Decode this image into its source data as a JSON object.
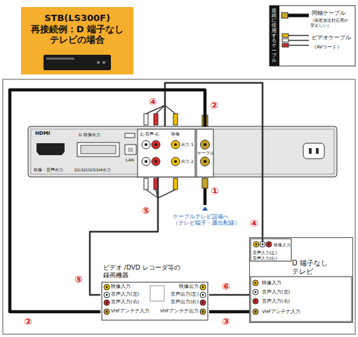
{
  "diagram": {
    "nodes": [
      {
        "text": [
          "STB(LS300F) 再接続例：D 端子なし テレビの場合"
        ]
      },
      {
        "text": [
          "HDMI",
          "映像・音声出力",
          "D 映像出力",
          "D1/D2/D3/D4出力",
          "LAN",
          "左-音声-右",
          "映像",
          "出力 1",
          "出力 2",
          "ケーブル"
        ]
      },
      {
        "text": [
          "D 端子なし テレビ",
          "映像入力",
          "音声入力(左)",
          "音声入力(右)",
          "映像入力",
          "音声入力(左)",
          "音声入力(右)",
          "VHFアンテナ入力"
        ]
      },
      {
        "text": [
          "ビデオ /DVD レコーダ等の 録画機器",
          "映像入力",
          "音声入力(左)",
          "音声入力(右)",
          "VHFアンテナ入力",
          "映像出力",
          "音声出力(左)",
          "音声出力(右)",
          "VHFアンテナ出力"
        ]
      }
    ],
    "edges": [
      {
        "from": 1,
        "to": 2,
        "arrow": "none"
      },
      {
        "from": 1,
        "to": 3,
        "arrow": "none"
      },
      {
        "from": 1,
        "to": 3,
        "arrow": "none"
      },
      {
        "from": 3,
        "to": 2,
        "arrow": "none"
      },
      {
        "from": 3,
        "to": 2,
        "arrow": "none"
      }
    ],
    "labels": [
      "接続に使用するケーブル",
      "（衛星放送対応用が 望ましい）",
      "（AVコード）",
      "④",
      "②",
      "①",
      "ケーブルテレビ設備へ （テレビ端子・露出配線）",
      "⑤",
      "④",
      "⑤",
      "②",
      "⑥",
      "③"
    ],
    "legend": [
      {
        "text": "同軸ケーブル"
      },
      {
        "text": "ビデオケーブル"
      }
    ]
  }
}
